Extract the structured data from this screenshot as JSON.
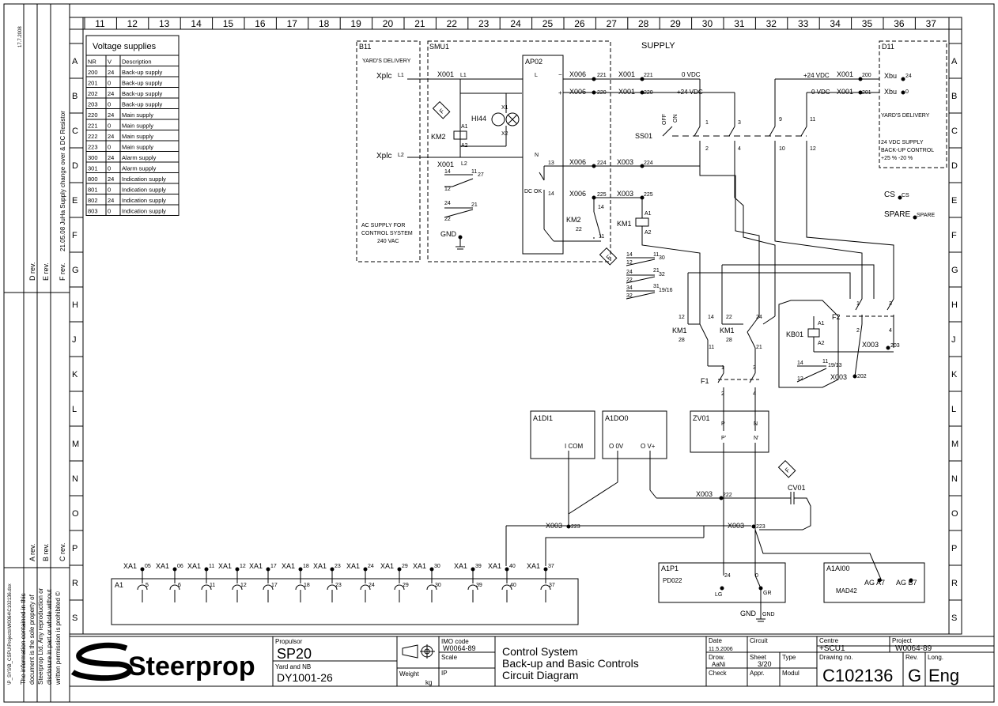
{
  "columns": [
    "11",
    "12",
    "13",
    "14",
    "15",
    "16",
    "17",
    "18",
    "19",
    "20",
    "21",
    "22",
    "23",
    "24",
    "25",
    "26",
    "27",
    "28",
    "29",
    "30",
    "31",
    "32",
    "33",
    "34",
    "35",
    "36",
    "37"
  ],
  "rows": [
    "A",
    "B",
    "C",
    "D",
    "E",
    "F",
    "G",
    "H",
    "J",
    "K",
    "L",
    "M",
    "N",
    "O",
    "P",
    "R",
    "S"
  ],
  "side_notes": {
    "d_rev": "D rev.",
    "e_rev": "E rev.",
    "f_rev": "F rev.",
    "f_rev_note": "21.05.08 JuHa Supply change over & DC Resistor",
    "a_rev": "A rev.",
    "b_rev": "B rev.",
    "c_rev": "C rev.",
    "path": "\\P_SYS\\B_CSPU\\Projects\\W0064\\C102136.dsx",
    "date_stamp": "17.7.2008",
    "disclaimer": [
      "The information contained in this",
      "document is the sole property of",
      "Steerprop Ltd. Any reproduction or",
      "disclosure in part or whole without",
      "written permission is prohibited ©"
    ]
  },
  "voltage_table": {
    "title": "Voltage supplies",
    "headers": [
      "NR",
      "V",
      "Description"
    ],
    "rows": [
      [
        "200",
        "24",
        "Back-up supply"
      ],
      [
        "201",
        "0",
        "Back-up supply"
      ],
      [
        "202",
        "24",
        "Back-up supply"
      ],
      [
        "203",
        "0",
        "Back-up supply"
      ],
      [
        "220",
        "24",
        "Main supply"
      ],
      [
        "221",
        "0",
        "Main supply"
      ],
      [
        "222",
        "24",
        "Main supply"
      ],
      [
        "223",
        "0",
        "Main supply"
      ],
      [
        "300",
        "24",
        "Alarm supply"
      ],
      [
        "301",
        "0",
        "Alarm supply"
      ],
      [
        "800",
        "24",
        "Indication supply"
      ],
      [
        "801",
        "0",
        "Indication supply"
      ],
      [
        "802",
        "24",
        "Indication supply"
      ],
      [
        "803",
        "0",
        "Indication supply"
      ]
    ]
  },
  "labels": {
    "b11": "B11",
    "yards_delivery": "YARD'S DELIVERY",
    "xplc": "Xplc",
    "l1": "L1",
    "l2": "L2",
    "ac_supply": [
      "AC SUPPLY FOR",
      "CONTROL SYSTEM",
      "240 VAC"
    ],
    "smu1": "SMU1",
    "supply": "SUPPLY",
    "x001": "X001",
    "km2": "KM2",
    "a1": "A1",
    "a2": "A2",
    "hi44": "HI44",
    "x1": "X1",
    "x2": "X2",
    "gnd": "GND",
    "ap02": "AP02",
    "dc_ok": "DC OK",
    "x006": "X006",
    "x003": "X003",
    "v0": "0 VDC",
    "v24": "+24 VDC",
    "ss01": "SS01",
    "off": "OFF",
    "on": "ON",
    "km1": "KM1",
    "d11": "D11",
    "xbu": "Xbu",
    "yards_delivery_2": "YARD'S DELIVERY",
    "vdc_backup": [
      "24 VDC SUPPLY",
      "BACK-UP CONTROL",
      "+25 % -20 %"
    ],
    "cs": "CS",
    "spare": "SPARE",
    "f2": "F2",
    "f1": "F1",
    "kb01": "KB01",
    "a1di1": "A1DI1",
    "a1do0": "A1DO0",
    "zv01": "ZV01",
    "i_com": "I COM",
    "o_0v": "O 0V",
    "o_vplus": "O V+",
    "cv01": "CV01",
    "a1p1": "A1P1",
    "pd022": "PD022",
    "lg": "LG",
    "gr": "GR",
    "a1ai00": "A1AI00",
    "mad42": "MAD42",
    "ag_a7": "AG A7",
    "ag_b7": "AG B7",
    "xa1": "XA1",
    "a1_block": "A1"
  },
  "xa1_terminals": [
    {
      "top": "05",
      "bottom": "5"
    },
    {
      "top": "06",
      "bottom": "6"
    },
    {
      "top": "11",
      "bottom": "11"
    },
    {
      "top": "12",
      "bottom": "12"
    },
    {
      "top": "17",
      "bottom": "17"
    },
    {
      "top": "18",
      "bottom": "18"
    },
    {
      "top": "23",
      "bottom": "23"
    },
    {
      "top": "24",
      "bottom": "24"
    },
    {
      "top": "29",
      "bottom": "29"
    },
    {
      "top": "30",
      "bottom": "30"
    },
    {
      "top": "39",
      "bottom": "39"
    },
    {
      "top": "40",
      "bottom": "40"
    },
    {
      "top": "37",
      "bottom": "37"
    }
  ],
  "title_block": {
    "logo_text": "Steerprop",
    "propulsor_label": "Propulsor",
    "propulsor_value": "SP20",
    "yard_label": "Yard and NB",
    "yard_value": "DY1001-26",
    "imo_label": "IMO code",
    "imo_value": "W0064-89",
    "scale_label": "Scale",
    "weight_label": "Weight",
    "weight_unit": "kg",
    "ip_label": "IP",
    "title_lines": [
      "Control System",
      "Back-up and Basic Controls",
      "Circuit Diagram"
    ],
    "date_label": "Date",
    "date_value": "11.5.2006",
    "drawn_label": "Drow.",
    "drawn_value": "AaNi",
    "check_label": "Check",
    "circuit_label": "Circuit",
    "sheet_label": "Sheet",
    "sheet_value": "3/20",
    "appr_label": "Appr.",
    "type_label": "Type",
    "type_value": "Modul",
    "centre_label": "Centre",
    "centre_value": "+SCU1",
    "project_label": "Project",
    "project_value": "W0064-89",
    "drawing_no_label": "Drawing no.",
    "drawing_no_value": "C102136",
    "rev_label": "Rev.",
    "rev_value": "G",
    "lang_label": "Long.",
    "lang_value": "Eng"
  }
}
